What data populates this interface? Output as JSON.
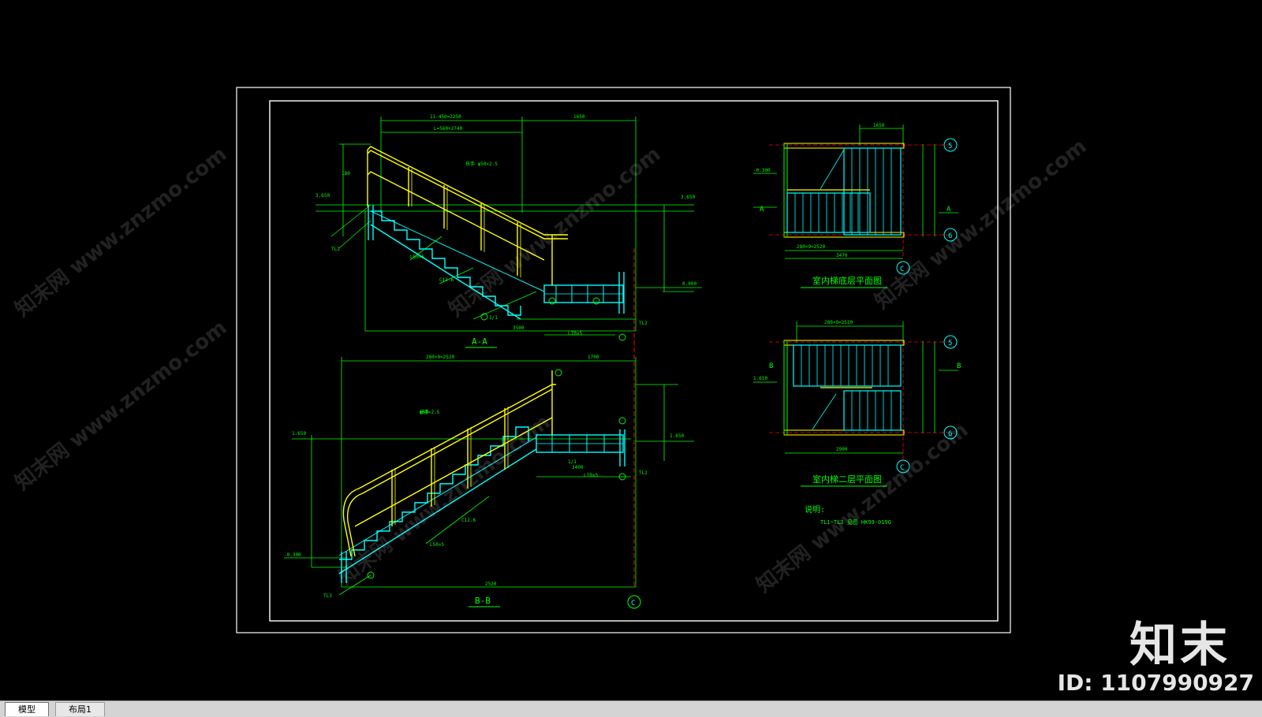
{
  "drawing": {
    "section_aa_label": "A-A",
    "section_bb_label": "B-B",
    "plan_ground_title": "室内梯底层平面图",
    "plan_second_title": "室内梯二层平面图",
    "notes_title": "说明:",
    "notes_text": "TL1~TL3    见图  HK99-019G",
    "axis_5": "5",
    "axis_6": "6",
    "axis_c": "C",
    "cut_a": "A",
    "cut_b": "B",
    "handrail_label_bb": "扶手"
  },
  "watermark": {
    "text": "知末网 www.znzmo.com",
    "logo": "知末",
    "id_text": "ID: 1107990927"
  },
  "tabs": {
    "model": "模型",
    "layout1": "布局1"
  },
  "colors": {
    "background": "#000000",
    "frame": "#ffffff",
    "stair": "#00ffff",
    "dimension": "#00ff00",
    "rail": "#ffff00",
    "axis": "#ff0000"
  }
}
